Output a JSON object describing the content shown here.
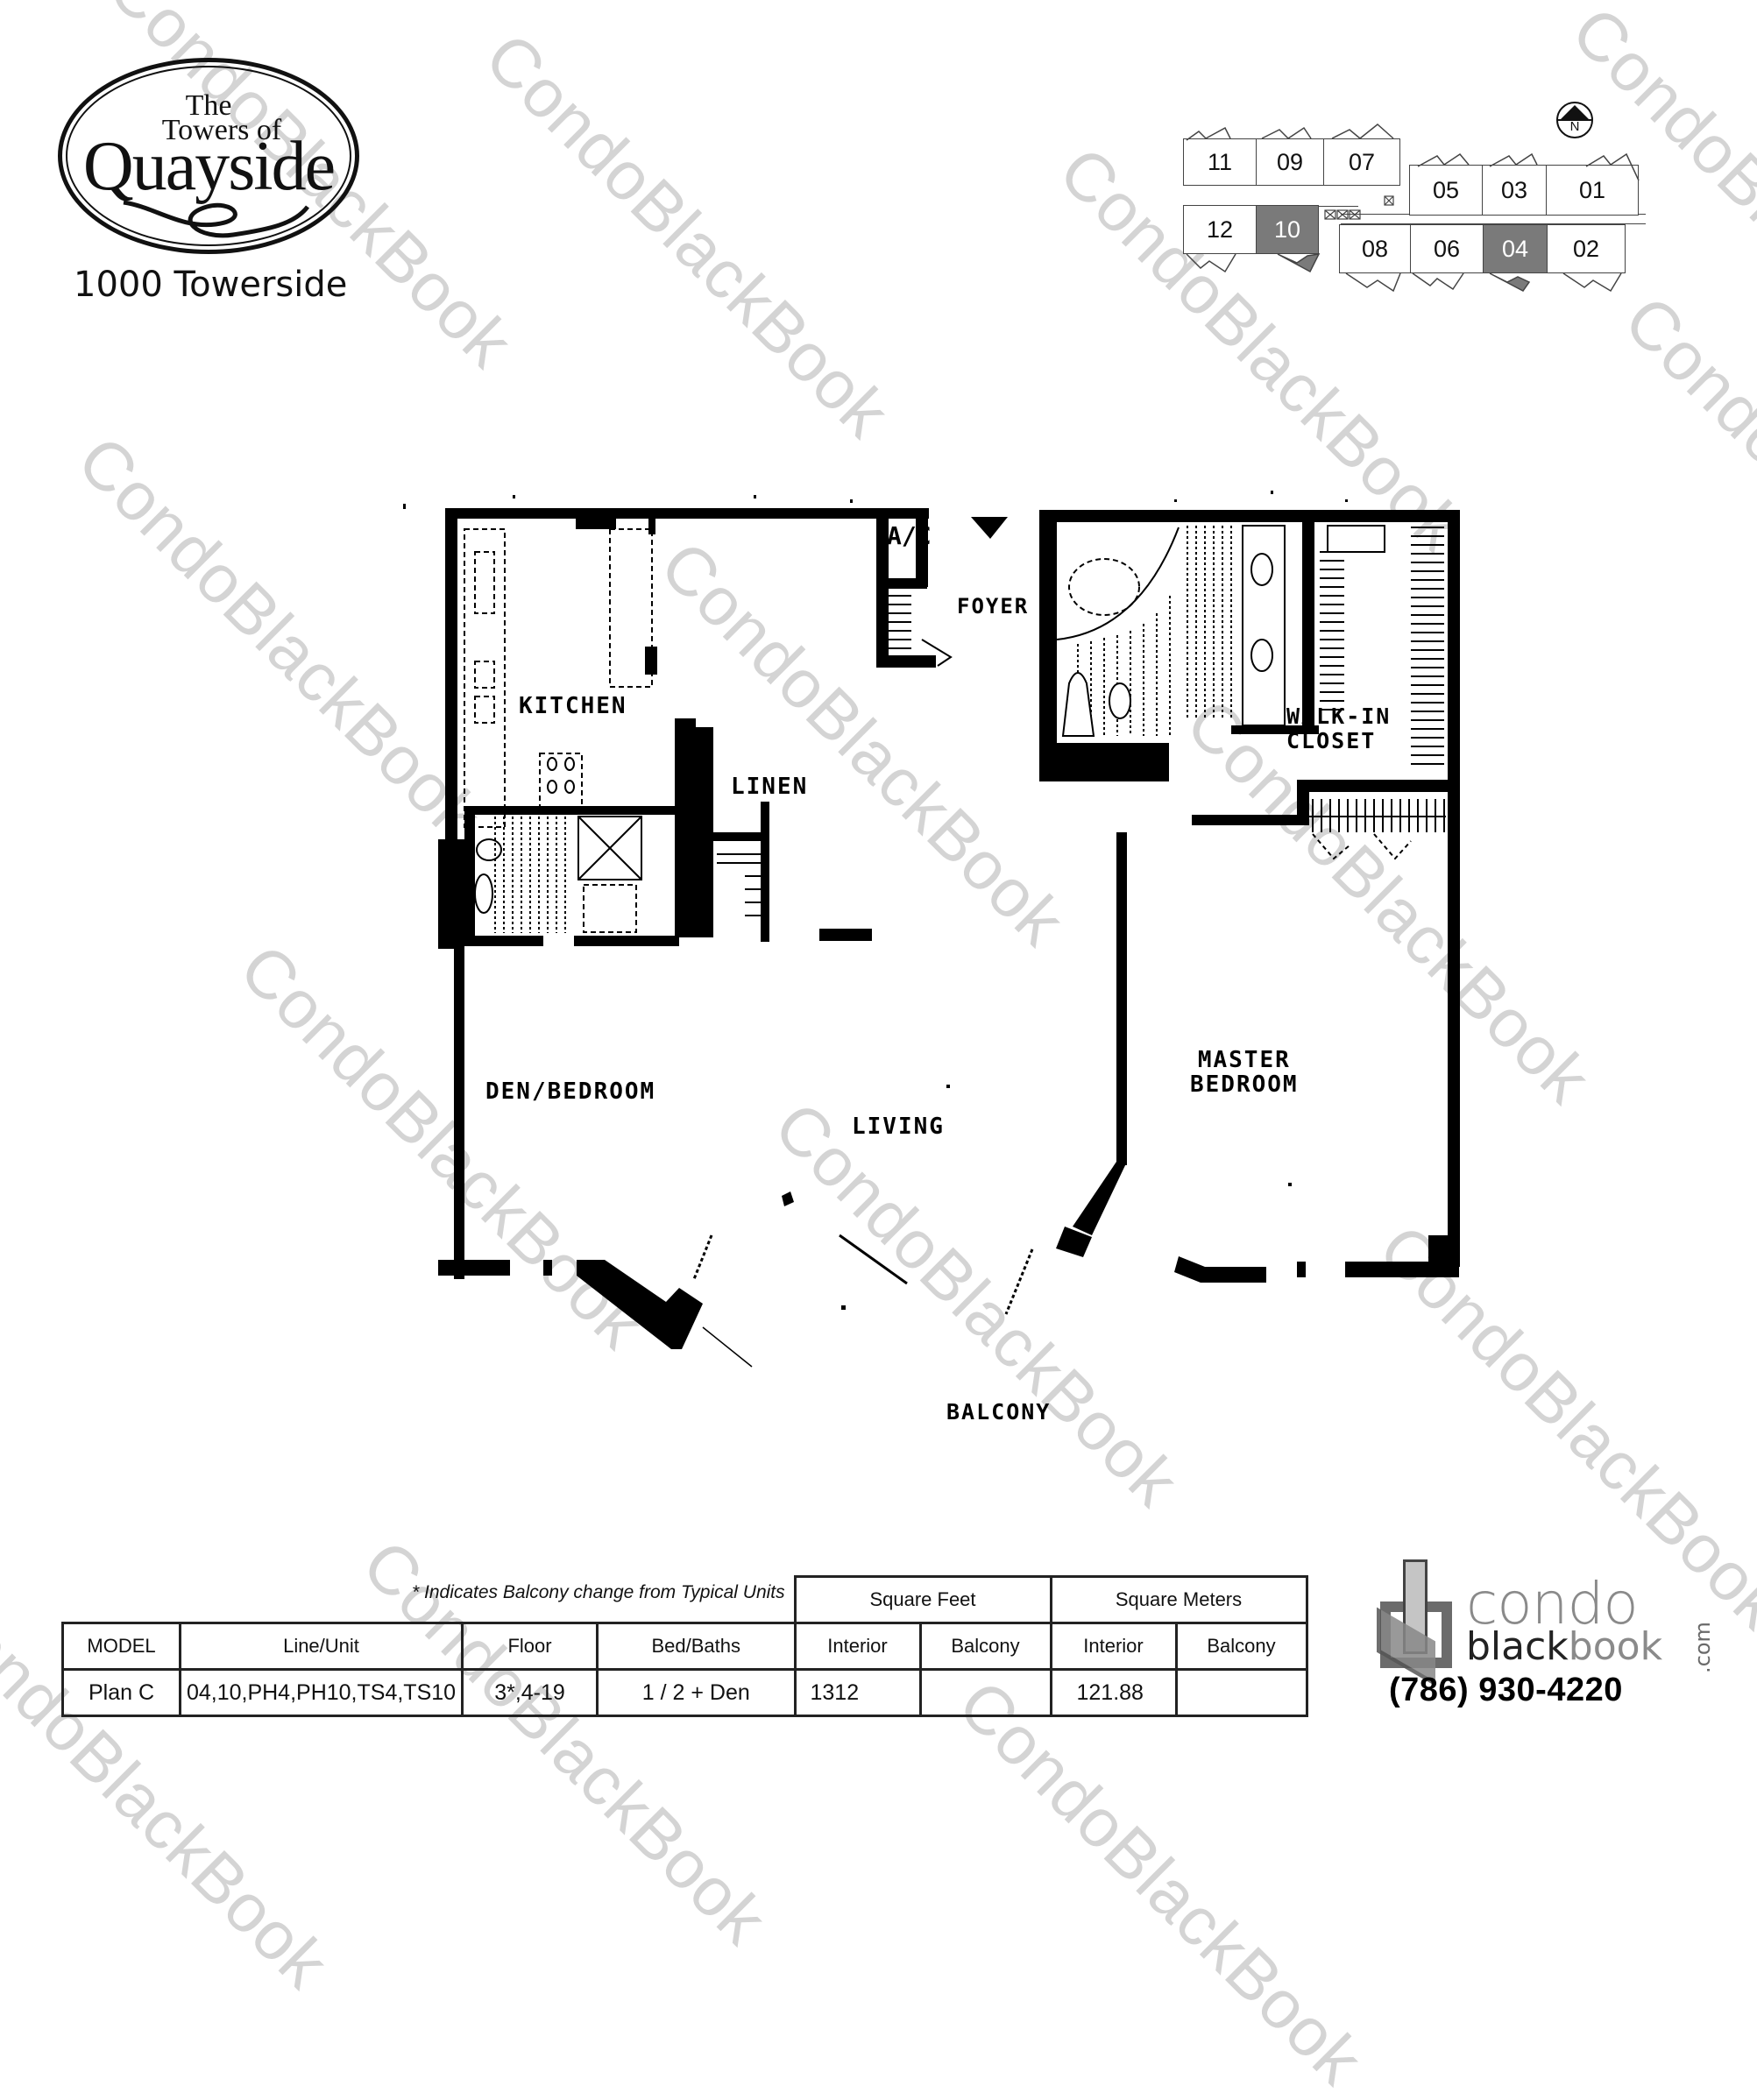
{
  "header": {
    "logo": {
      "line1": "The",
      "line2": "Towers of",
      "line3": "Quayside"
    },
    "address": "1000 Towerside"
  },
  "keyplan": {
    "north_label": "N",
    "units": [
      {
        "id": "11",
        "selected": false
      },
      {
        "id": "09",
        "selected": false
      },
      {
        "id": "07",
        "selected": false
      },
      {
        "id": "05",
        "selected": false
      },
      {
        "id": "03",
        "selected": false
      },
      {
        "id": "01",
        "selected": false
      },
      {
        "id": "12",
        "selected": false
      },
      {
        "id": "10",
        "selected": true
      },
      {
        "id": "08",
        "selected": false
      },
      {
        "id": "06",
        "selected": false
      },
      {
        "id": "04",
        "selected": true
      },
      {
        "id": "02",
        "selected": false
      }
    ],
    "highlight_color": "#7a7a7a"
  },
  "floorplan": {
    "rooms": {
      "ac": "A/C",
      "foyer": "FOYER",
      "kitchen": "KITCHEN",
      "linen": "LINEN",
      "walkin_closet_1": "WALK-IN",
      "walkin_closet_2": "CLOSET",
      "den_bedroom": "DEN/BEDROOM",
      "living": "LIVING",
      "master_bedroom_1": "MASTER",
      "master_bedroom_2": "BEDROOM",
      "balcony": "BALCONY"
    }
  },
  "table": {
    "note": "* Indicates Balcony change from Typical Units",
    "group_headers": {
      "square_feet": "Square Feet",
      "square_meters": "Square Meters"
    },
    "columns": [
      "MODEL",
      "Line/Unit",
      "Floor",
      "Bed/Baths",
      "Interior",
      "Balcony",
      "Interior",
      "Balcony"
    ],
    "rows": [
      {
        "model": "Plan C",
        "line_unit": "04,10,PH4,PH10,TS4,TS10",
        "floor": "3*,4-19",
        "bed_baths": "1 / 2 + Den",
        "sqft_interior": "1312",
        "sqft_balcony": "",
        "sqm_interior": "121.88",
        "sqm_balcony": ""
      }
    ]
  },
  "branding": {
    "condo": "condo",
    "black": "black",
    "book": "book",
    "com": ".com",
    "phone": "(786) 930-4220"
  },
  "watermark": "CondoBlackBook"
}
